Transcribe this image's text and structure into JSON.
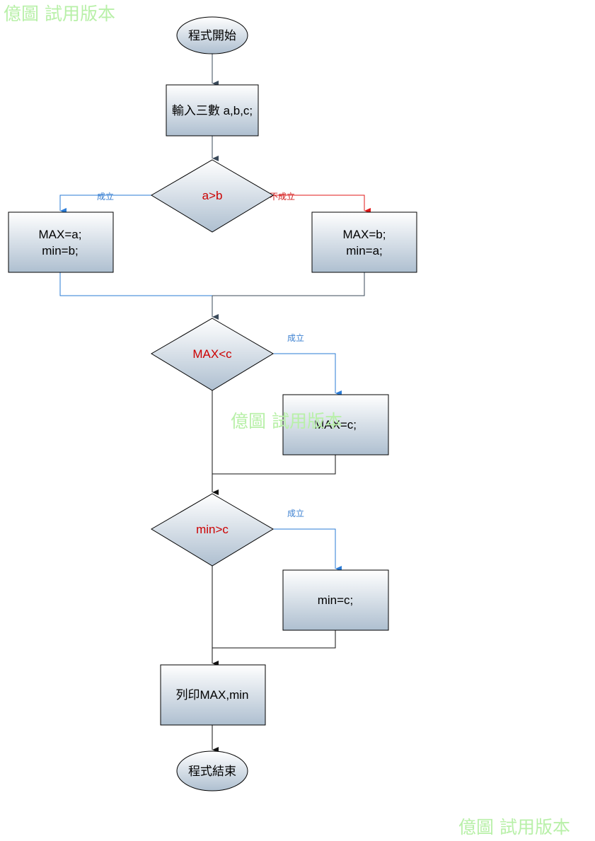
{
  "watermarks": [
    "億圖 試用版本",
    "億圖 試用版本",
    "億圖 試用版本"
  ],
  "nodes": {
    "start": "程式開始",
    "input": "輸入三數 a,b,c;",
    "decision1": "a>b",
    "left1_line1": "MAX=a;",
    "left1_line2": "min=b;",
    "right1_line1": "MAX=b;",
    "right1_line2": "min=a;",
    "decision2": "MAX<c",
    "assign_max": "MAX=c;",
    "decision3": "min>c",
    "assign_min": "min=c;",
    "print": "列印MAX,min",
    "end": "程式結束"
  },
  "edge_labels": {
    "d1_yes": "成立",
    "d1_no": "不成立",
    "d2_yes": "成立",
    "d3_yes": "成立"
  },
  "colors": {
    "yes_edge": "#2a7bd6",
    "no_edge": "#e01818",
    "decision_text": "#cc0000",
    "watermark": "#b8f0a8"
  }
}
